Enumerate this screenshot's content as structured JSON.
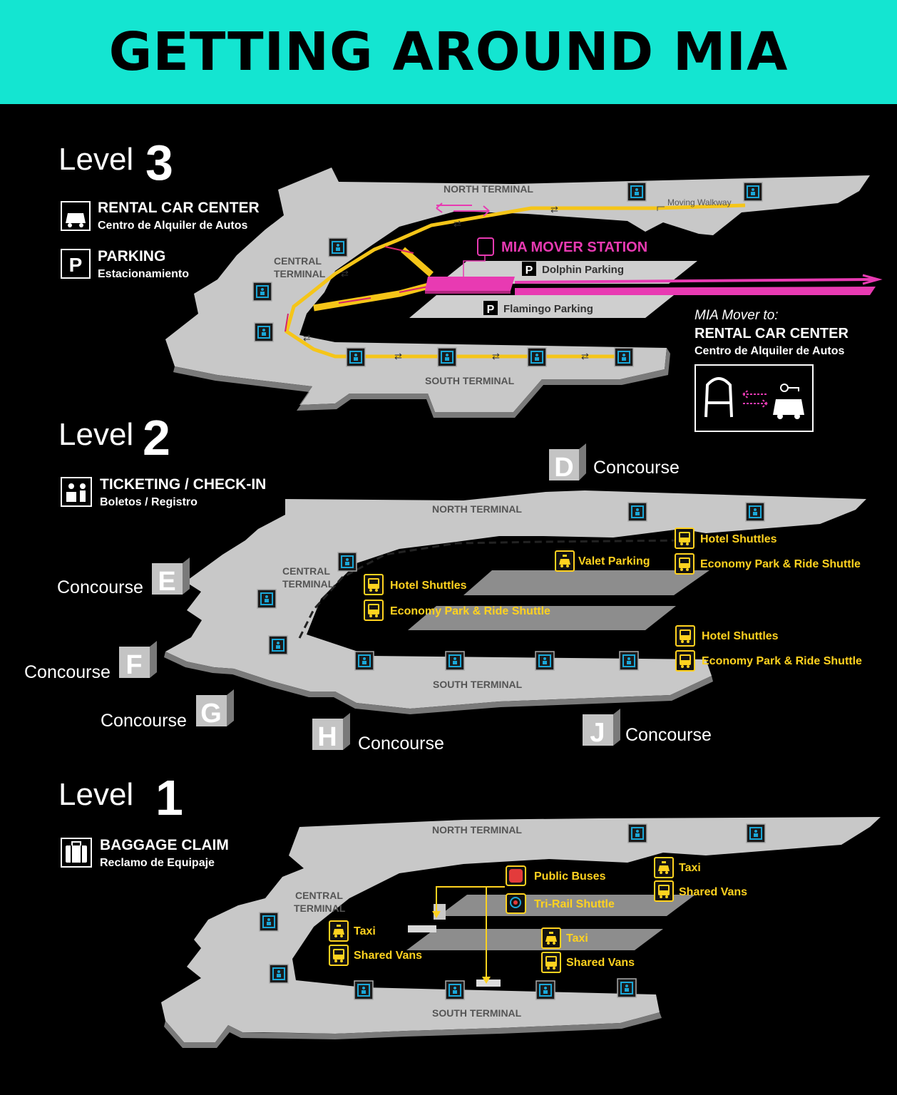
{
  "title": "GETTING AROUND MIA",
  "colors": {
    "banner": "#14e5d1",
    "background": "#000000",
    "floor": "#c9c9c9",
    "walkway": "#f5c518",
    "mover": "#e83ab2",
    "shuttle_label": "#ffd21f",
    "elevator": "#1aa7d8"
  },
  "levels": {
    "l3": {
      "label_word": "Level",
      "label_num": "3",
      "legend": [
        {
          "icon": "car-icon",
          "title": "RENTAL CAR CENTER",
          "sub": "Centro de Alquiler de Autos"
        },
        {
          "icon": "parking-icon",
          "glyph": "P",
          "title": "PARKING",
          "sub": "Estacionamiento"
        }
      ],
      "north": "NORTH TERMINAL",
      "central_1": "CENTRAL",
      "central_2": "TERMINAL",
      "south": "SOUTH TERMINAL",
      "moving_walkway": "Moving Walkway",
      "mover_station": "MIA MOVER STATION",
      "dolphin": "Dolphin Parking",
      "flamingo": "Flamingo Parking",
      "parking_glyph": "P",
      "mover_to": "MIA Mover to:",
      "rcc": "RENTAL CAR CENTER",
      "rcc_sub": "Centro de Alquiler de Autos"
    },
    "l2": {
      "label_word": "Level",
      "label_num": "2",
      "legend": {
        "icon": "ticketing-icon",
        "title": "TICKETING / CHECK-IN",
        "sub": "Boletos / Registro"
      },
      "north": "NORTH TERMINAL",
      "central_1": "CENTRAL",
      "central_2": "TERMINAL",
      "south": "SOUTH TERMINAL",
      "valet": "Valet Parking",
      "hotel": "Hotel Shuttles",
      "economy": "Economy Park & Ride Shuttle",
      "concourse": "Concourse",
      "concourses": [
        "D",
        "E",
        "F",
        "G",
        "H",
        "J"
      ]
    },
    "l1": {
      "label_word": "Level",
      "label_num": "1",
      "legend": {
        "icon": "baggage-icon",
        "title": "BAGGAGE CLAIM",
        "sub": "Reclamo de Equipaje"
      },
      "north": "NORTH TERMINAL",
      "central_1": "CENTRAL",
      "central_2": "TERMINAL",
      "south": "SOUTH TERMINAL",
      "public_buses": "Public Buses",
      "trirail": "Tri-Rail Shuttle",
      "taxi": "Taxi",
      "vans": "Shared Vans"
    }
  }
}
